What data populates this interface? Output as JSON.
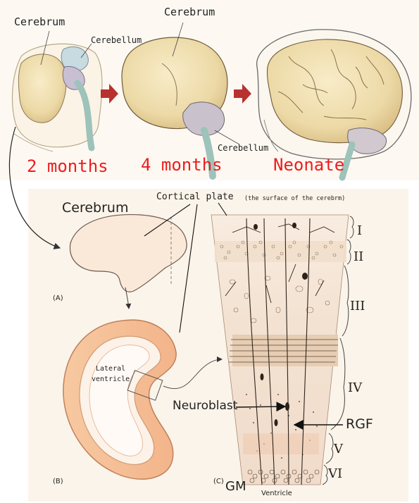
{
  "top_panel": {
    "cerebrum_label_1": "Cerebrum",
    "cerebellum_label_1": "Cerebellum",
    "cerebrum_label_2": "Cerebrum",
    "cerebellum_label_2": "Cerebellum",
    "stage_1": "2 months",
    "stage_2": "4 months",
    "stage_3": "Neonate",
    "stage_color": "#ee1c1c",
    "arrow_color": "#b8312f"
  },
  "bottom_panel": {
    "cerebrum_label": "Cerebrum",
    "cortical_plate_label": "Cortical plate",
    "cortical_plate_note": "(the surface of the cerebrm)",
    "fig_a": "(A)",
    "fig_b": "(B)",
    "fig_c": "(C)",
    "lateral_ventricle_line1": "Lateral",
    "lateral_ventricle_line2": "ventricle",
    "layers": [
      "I",
      "II",
      "III",
      "IV",
      "V",
      "VI"
    ],
    "neuroblast_label": "Neuroblast",
    "rgf_label": "RGF",
    "gm_label": "GM",
    "ventricle_label": "Ventricle"
  }
}
